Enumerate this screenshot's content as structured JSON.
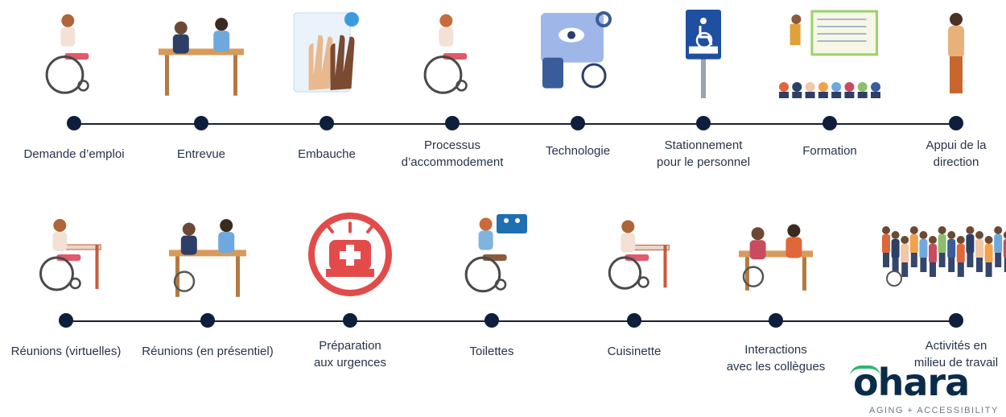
{
  "row1": {
    "steps": [
      {
        "label": "Demande d’emploi",
        "icon": "wheelchair-user-phone-icon"
      },
      {
        "label": "Entrevue",
        "icon": "interview-table-icon"
      },
      {
        "label": "Embauche",
        "icon": "high-five-icon"
      },
      {
        "label": "Processus\nd’accommodement",
        "icon": "wheelchair-user-phone-call-icon"
      },
      {
        "label": "Technologie",
        "icon": "accessibility-tech-icon"
      },
      {
        "label": "Stationnement\npour le personnel",
        "icon": "parking-sign-icon"
      },
      {
        "label": "Formation",
        "icon": "training-audience-icon"
      },
      {
        "label": "Appui de la\ndirection",
        "icon": "manager-standing-icon"
      }
    ]
  },
  "row2": {
    "steps": [
      {
        "label": "Réunions (virtuelles)",
        "icon": "wheelchair-laptop-icon"
      },
      {
        "label": "Réunions (en présentiel)",
        "icon": "group-meeting-icon"
      },
      {
        "label": "Préparation\naux urgences",
        "icon": "emergency-siren-icon"
      },
      {
        "label": "Toilettes",
        "icon": "accessible-restroom-icon"
      },
      {
        "label": "Cuisinette",
        "icon": "wheelchair-kitchenette-icon"
      },
      {
        "label": "Interactions\navec les collègues",
        "icon": "colleagues-chat-icon"
      },
      {
        "label": "Activités en\nmilieu de travail",
        "icon": "crowd-group-icon"
      }
    ]
  },
  "logo": {
    "word": "ohara",
    "tagline": "AGING + ACCESSIBILITY"
  },
  "colors": {
    "dot": "#0d1f3c",
    "line": "#1a1f2e",
    "accent_green": "#2bb673",
    "logo_navy": "#0b2b4a"
  }
}
